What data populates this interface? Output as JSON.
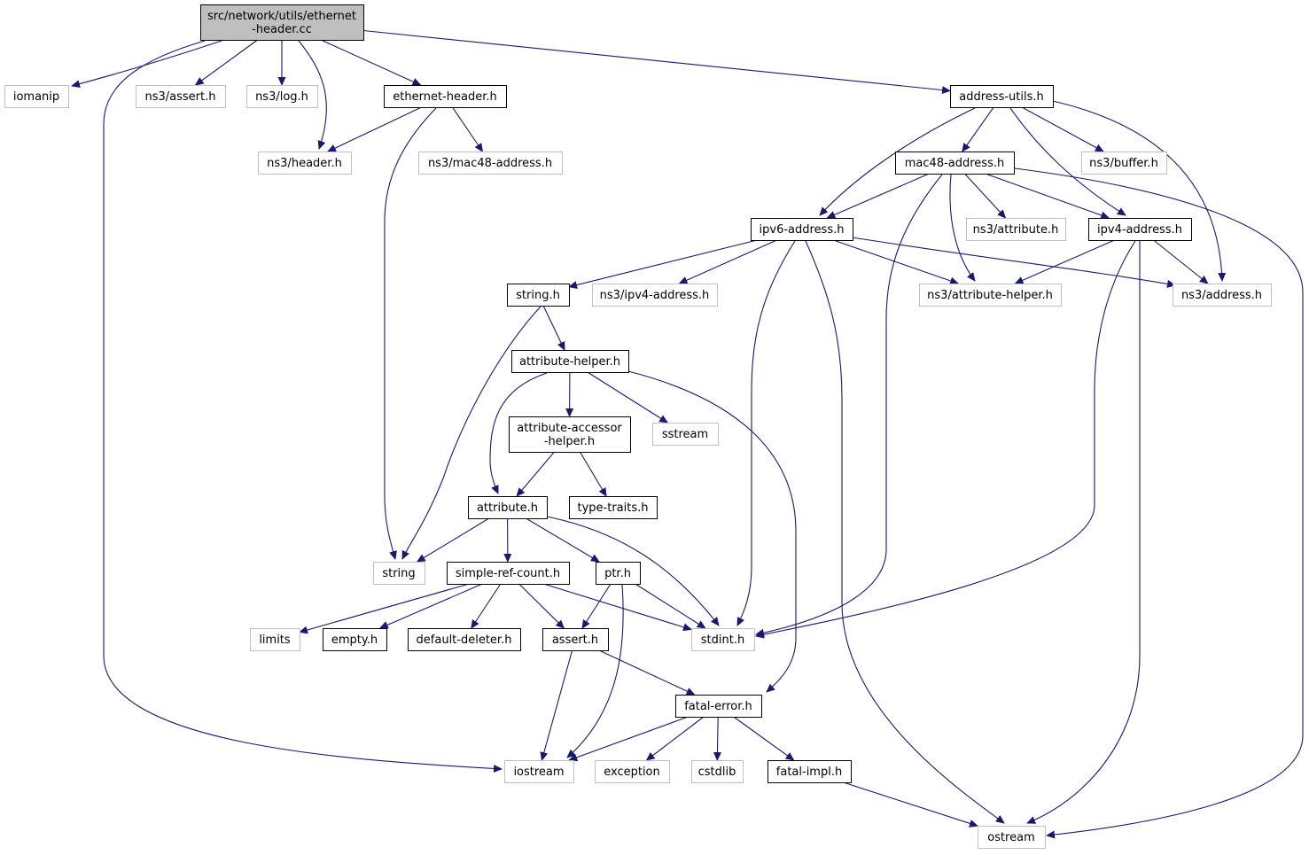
{
  "graph": {
    "edge_color": "#191970",
    "root_fill": "#bfbfbf",
    "node_border": "#000000",
    "external_border": "#bfbfbf",
    "nodes": [
      {
        "id": "root",
        "lines": [
          "src/network/utils/ethernet",
          "-header.cc"
        ],
        "kind": "root"
      },
      {
        "id": "iomanip",
        "lines": [
          "iomanip"
        ],
        "kind": "external"
      },
      {
        "id": "ns3_assert",
        "lines": [
          "ns3/assert.h"
        ],
        "kind": "external"
      },
      {
        "id": "ns3_log",
        "lines": [
          "ns3/log.h"
        ],
        "kind": "external"
      },
      {
        "id": "ethernet_header",
        "lines": [
          "ethernet-header.h"
        ],
        "kind": "file"
      },
      {
        "id": "address_utils",
        "lines": [
          "address-utils.h"
        ],
        "kind": "file"
      },
      {
        "id": "ns3_header",
        "lines": [
          "ns3/header.h"
        ],
        "kind": "external"
      },
      {
        "id": "ns3_mac48",
        "lines": [
          "ns3/mac48-address.h"
        ],
        "kind": "external"
      },
      {
        "id": "mac48",
        "lines": [
          "mac48-address.h"
        ],
        "kind": "file"
      },
      {
        "id": "ns3_buffer",
        "lines": [
          "ns3/buffer.h"
        ],
        "kind": "external"
      },
      {
        "id": "ipv6",
        "lines": [
          "ipv6-address.h"
        ],
        "kind": "file"
      },
      {
        "id": "ns3_attribute",
        "lines": [
          "ns3/attribute.h"
        ],
        "kind": "external"
      },
      {
        "id": "ipv4",
        "lines": [
          "ipv4-address.h"
        ],
        "kind": "file"
      },
      {
        "id": "string_h",
        "lines": [
          "string.h"
        ],
        "kind": "file"
      },
      {
        "id": "ns3_ipv4",
        "lines": [
          "ns3/ipv4-address.h"
        ],
        "kind": "external"
      },
      {
        "id": "ns3_attr_helper",
        "lines": [
          "ns3/attribute-helper.h"
        ],
        "kind": "external"
      },
      {
        "id": "ns3_address",
        "lines": [
          "ns3/address.h"
        ],
        "kind": "external"
      },
      {
        "id": "attribute_helper",
        "lines": [
          "attribute-helper.h"
        ],
        "kind": "file"
      },
      {
        "id": "attr_accessor",
        "lines": [
          "attribute-accessor",
          "-helper.h"
        ],
        "kind": "file"
      },
      {
        "id": "sstream",
        "lines": [
          "sstream"
        ],
        "kind": "external"
      },
      {
        "id": "attribute_h",
        "lines": [
          "attribute.h"
        ],
        "kind": "file"
      },
      {
        "id": "type_traits",
        "lines": [
          "type-traits.h"
        ],
        "kind": "file"
      },
      {
        "id": "string",
        "lines": [
          "string"
        ],
        "kind": "external"
      },
      {
        "id": "simple_ref",
        "lines": [
          "simple-ref-count.h"
        ],
        "kind": "file"
      },
      {
        "id": "ptr",
        "lines": [
          "ptr.h"
        ],
        "kind": "file"
      },
      {
        "id": "limits",
        "lines": [
          "limits"
        ],
        "kind": "external"
      },
      {
        "id": "empty",
        "lines": [
          "empty.h"
        ],
        "kind": "file"
      },
      {
        "id": "default_deleter",
        "lines": [
          "default-deleter.h"
        ],
        "kind": "file"
      },
      {
        "id": "assert_h",
        "lines": [
          "assert.h"
        ],
        "kind": "file"
      },
      {
        "id": "stdint",
        "lines": [
          "stdint.h"
        ],
        "kind": "external"
      },
      {
        "id": "fatal_error",
        "lines": [
          "fatal-error.h"
        ],
        "kind": "file"
      },
      {
        "id": "iostream",
        "lines": [
          "iostream"
        ],
        "kind": "external"
      },
      {
        "id": "exception",
        "lines": [
          "exception"
        ],
        "kind": "external"
      },
      {
        "id": "cstdlib",
        "lines": [
          "cstdlib"
        ],
        "kind": "external"
      },
      {
        "id": "fatal_impl",
        "lines": [
          "fatal-impl.h"
        ],
        "kind": "file"
      },
      {
        "id": "ostream",
        "lines": [
          "ostream"
        ],
        "kind": "external"
      }
    ],
    "edges": [
      [
        "root",
        "iomanip"
      ],
      [
        "root",
        "ns3_assert"
      ],
      [
        "root",
        "ns3_log"
      ],
      [
        "root",
        "ethernet_header"
      ],
      [
        "root",
        "address_utils"
      ],
      [
        "root",
        "ns3_header"
      ],
      [
        "root",
        "iostream"
      ],
      [
        "ethernet_header",
        "ns3_header"
      ],
      [
        "ethernet_header",
        "ns3_mac48"
      ],
      [
        "ethernet_header",
        "string"
      ],
      [
        "address_utils",
        "mac48"
      ],
      [
        "address_utils",
        "ns3_buffer"
      ],
      [
        "address_utils",
        "ipv6"
      ],
      [
        "address_utils",
        "ipv4"
      ],
      [
        "address_utils",
        "ns3_address"
      ],
      [
        "mac48",
        "ipv6"
      ],
      [
        "mac48",
        "ns3_attribute"
      ],
      [
        "mac48",
        "ipv4"
      ],
      [
        "mac48",
        "ns3_attr_helper"
      ],
      [
        "mac48",
        "stdint"
      ],
      [
        "mac48",
        "ostream"
      ],
      [
        "ipv6",
        "string_h"
      ],
      [
        "ipv6",
        "ns3_ipv4"
      ],
      [
        "ipv6",
        "ns3_attr_helper"
      ],
      [
        "ipv6",
        "ns3_address"
      ],
      [
        "ipv6",
        "stdint"
      ],
      [
        "ipv6",
        "ostream"
      ],
      [
        "ipv4",
        "ns3_attr_helper"
      ],
      [
        "ipv4",
        "ns3_address"
      ],
      [
        "ipv4",
        "stdint"
      ],
      [
        "ipv4",
        "ostream"
      ],
      [
        "string_h",
        "attribute_helper"
      ],
      [
        "string_h",
        "string"
      ],
      [
        "attribute_helper",
        "attr_accessor"
      ],
      [
        "attribute_helper",
        "sstream"
      ],
      [
        "attribute_helper",
        "attribute_h"
      ],
      [
        "attribute_helper",
        "fatal_error"
      ],
      [
        "attr_accessor",
        "attribute_h"
      ],
      [
        "attr_accessor",
        "type_traits"
      ],
      [
        "attribute_h",
        "string"
      ],
      [
        "attribute_h",
        "simple_ref"
      ],
      [
        "attribute_h",
        "ptr"
      ],
      [
        "attribute_h",
        "stdint"
      ],
      [
        "simple_ref",
        "limits"
      ],
      [
        "simple_ref",
        "empty"
      ],
      [
        "simple_ref",
        "default_deleter"
      ],
      [
        "simple_ref",
        "assert_h"
      ],
      [
        "simple_ref",
        "stdint"
      ],
      [
        "ptr",
        "assert_h"
      ],
      [
        "ptr",
        "stdint"
      ],
      [
        "ptr",
        "iostream"
      ],
      [
        "assert_h",
        "fatal_error"
      ],
      [
        "assert_h",
        "iostream"
      ],
      [
        "fatal_error",
        "iostream"
      ],
      [
        "fatal_error",
        "exception"
      ],
      [
        "fatal_error",
        "cstdlib"
      ],
      [
        "fatal_error",
        "fatal_impl"
      ],
      [
        "fatal_impl",
        "ostream"
      ]
    ]
  }
}
